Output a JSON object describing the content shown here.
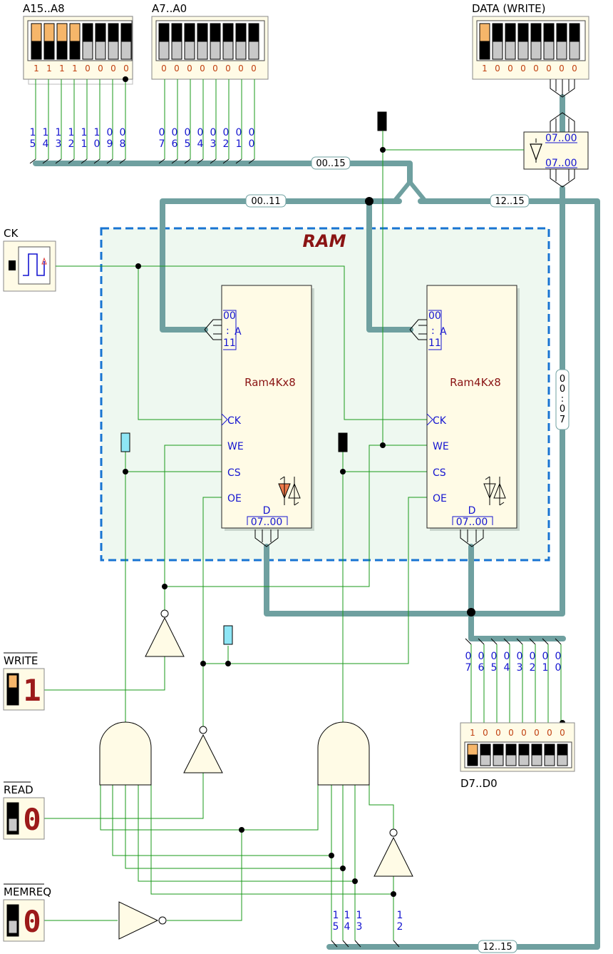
{
  "switches": {
    "a15_a8": {
      "label": "A15..A8",
      "bits": [
        "1",
        "1",
        "1",
        "1",
        "0",
        "0",
        "0",
        "0"
      ],
      "on": [
        1,
        1,
        1,
        1,
        0,
        0,
        0,
        0
      ]
    },
    "a7_a0": {
      "label": "A7..A0",
      "bits": [
        "0",
        "0",
        "0",
        "0",
        "0",
        "0",
        "0",
        "0"
      ],
      "on": [
        0,
        0,
        0,
        0,
        0,
        0,
        0,
        0
      ]
    },
    "data_write": {
      "label": "DATA (WRITE)",
      "bits": [
        "1",
        "0",
        "0",
        "0",
        "0",
        "0",
        "0",
        "0"
      ],
      "on": [
        1,
        0,
        0,
        0,
        0,
        0,
        0,
        0
      ]
    },
    "d7_d0": {
      "label": "D7..D0",
      "bits": [
        "1",
        "0",
        "0",
        "0",
        "0",
        "0",
        "0",
        "0"
      ],
      "on": [
        1,
        0,
        0,
        0,
        0,
        0,
        0,
        0
      ]
    }
  },
  "addr_taps_hi": [
    "15",
    "14",
    "13",
    "12",
    "11",
    "10",
    "09",
    "08"
  ],
  "addr_taps_lo": [
    "07",
    "06",
    "05",
    "04",
    "03",
    "02",
    "01",
    "00"
  ],
  "data_taps": [
    "07",
    "06",
    "05",
    "04",
    "03",
    "02",
    "01",
    "00"
  ],
  "and2_taps": [
    "15",
    "14",
    "13"
  ],
  "and2_tap_single": "12",
  "bus_labels": {
    "addr_bus": "00..15",
    "low_bus": "00..11",
    "high_bus": "12..15",
    "data_bus": "00..07",
    "bottom_bus": "12..15",
    "buffer_in": "07..00",
    "buffer_out": "07..00"
  },
  "controls": {
    "clock": {
      "label": "CK"
    },
    "write": {
      "label": "WRITE",
      "value": "1"
    },
    "read": {
      "label": "READ",
      "value": "0"
    },
    "memreq": {
      "label": "MEMREQ",
      "value": "0"
    }
  },
  "ram_block": {
    "title": "RAM"
  },
  "chips": [
    {
      "name": "Ram4Kx8",
      "addr_first": "00",
      "addr_sep": ":",
      "addr_letter": "A",
      "addr_last": "11",
      "ck": "CK",
      "we": "WE",
      "cs": "CS",
      "oe": "OE",
      "data_letter": "D",
      "data_range": "07..00"
    },
    {
      "name": "Ram4Kx8",
      "addr_first": "00",
      "addr_sep": ":",
      "addr_letter": "A",
      "addr_last": "11",
      "ck": "CK",
      "we": "WE",
      "cs": "CS",
      "oe": "OE",
      "data_letter": "D",
      "data_range": "07..00"
    }
  ],
  "colors": {
    "bus": "#6fa0a0",
    "wire": "#1a9a1a",
    "chip_fill": "#fffbe6",
    "ram_region_fill": "#eef8f0",
    "ram_region_border": "#1874d2",
    "switch_on": "#f6b66a",
    "probe_high": "#8ee6f6",
    "probe_low": "#000000",
    "digit_red": "#9c1a1a",
    "tristate_active": "#ee7a4a"
  },
  "probes": [
    {
      "name": "probe-ram1-cs",
      "state": "high"
    },
    {
      "name": "probe-ram2-cs",
      "state": "low"
    },
    {
      "name": "probe-buffer-enable",
      "state": "low"
    },
    {
      "name": "probe-write-line",
      "state": "high"
    }
  ]
}
